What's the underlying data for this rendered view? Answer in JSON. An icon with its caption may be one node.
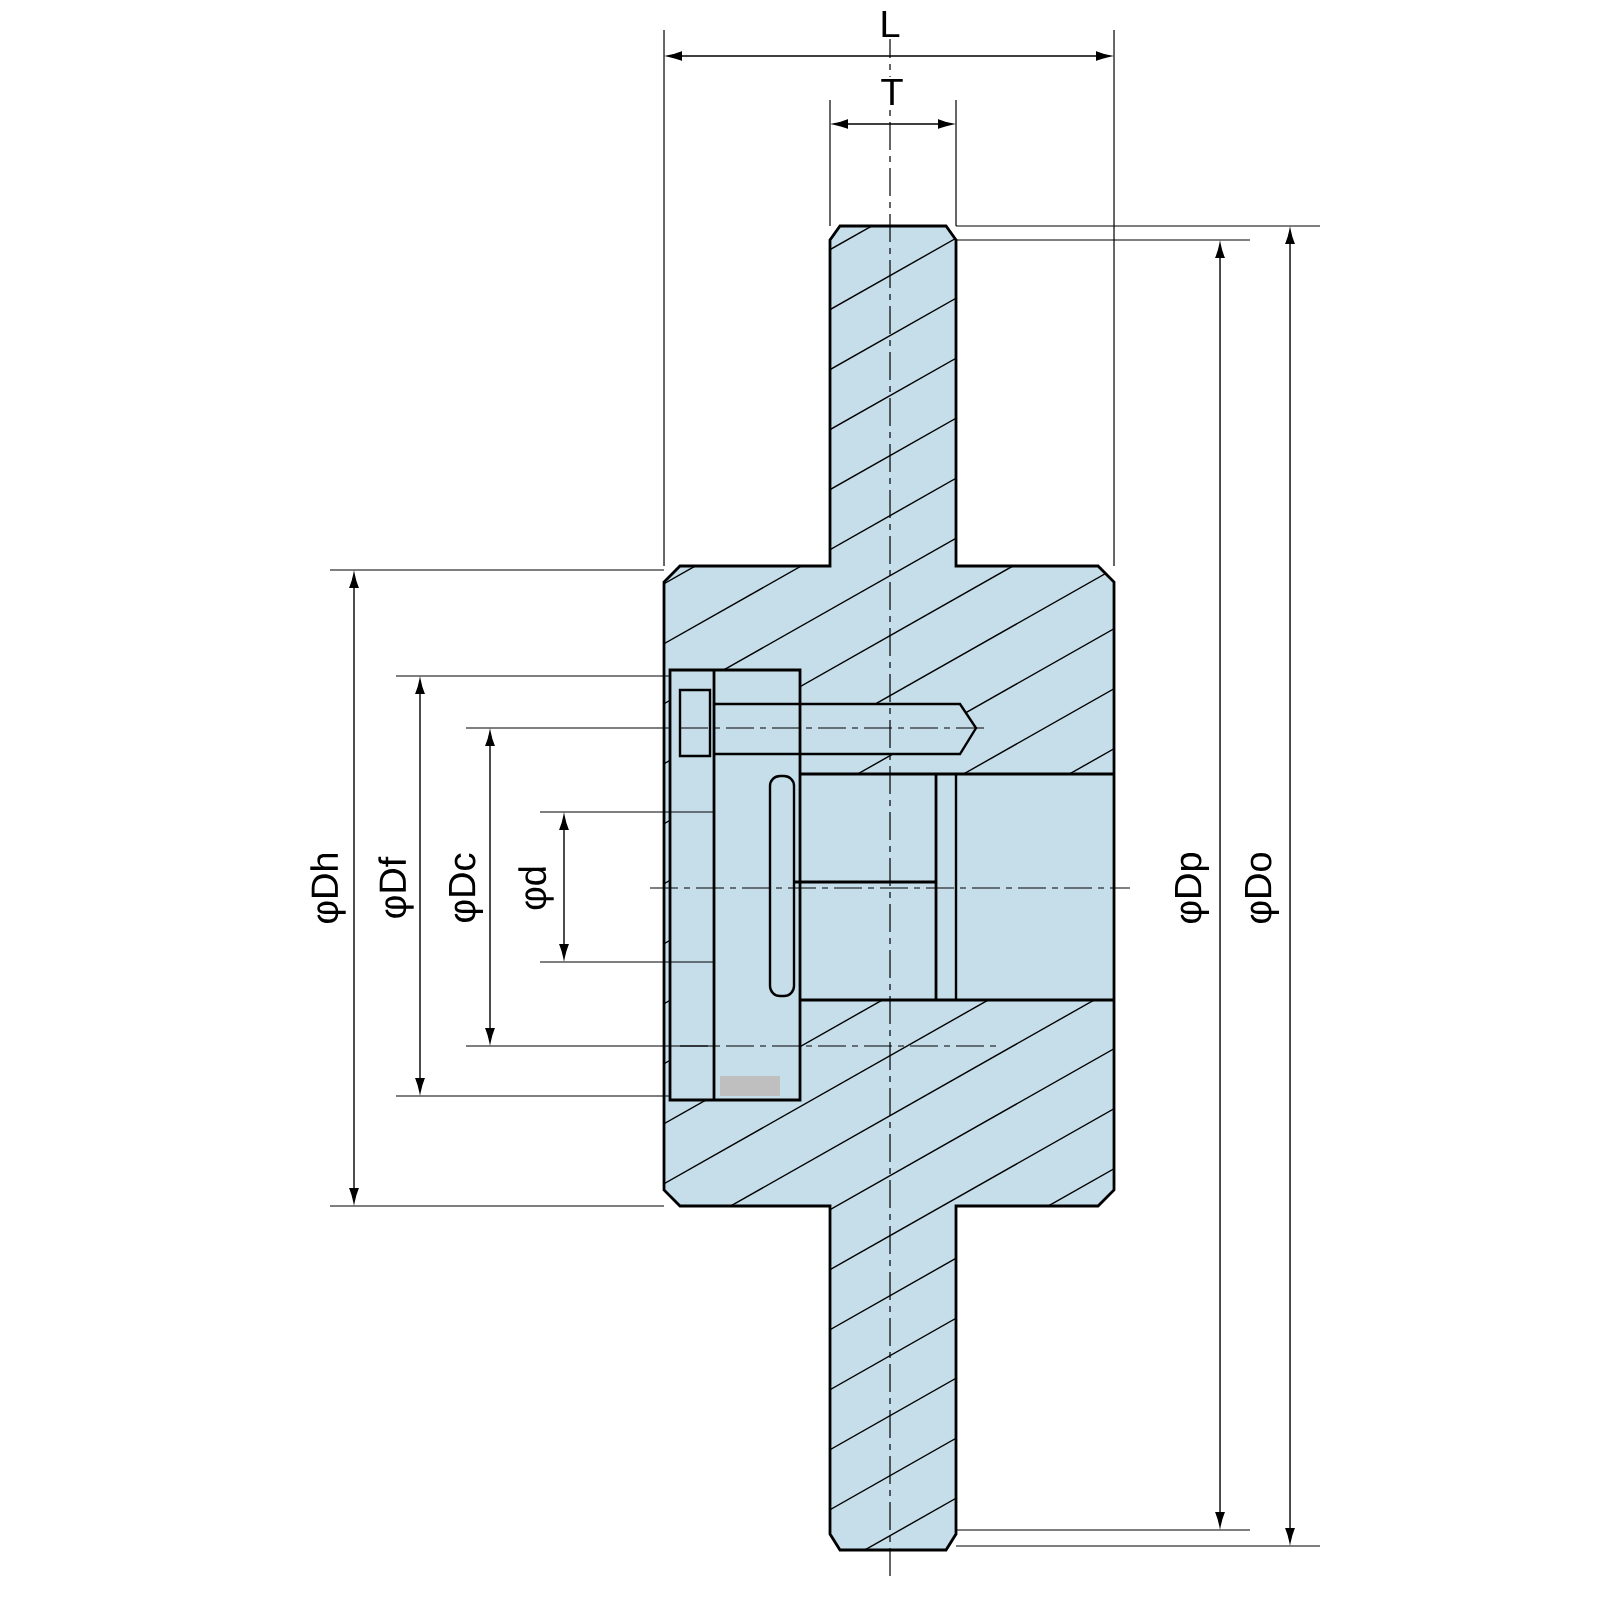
{
  "diagram": {
    "labels": [
      "L",
      "T",
      "φDh",
      "φDf",
      "φDc",
      "φd",
      "φDp",
      "φDo"
    ]
  }
}
